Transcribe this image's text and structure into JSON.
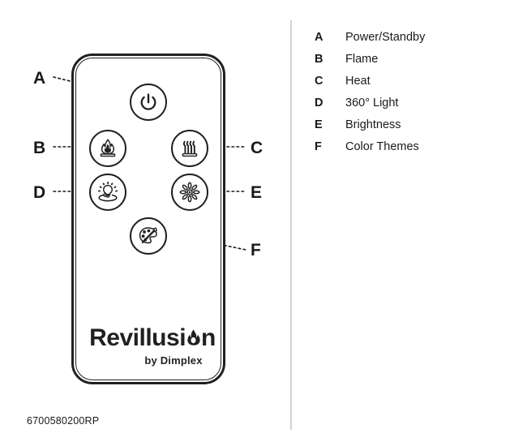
{
  "part_number": "6700580200RP",
  "brand": {
    "logo_text_before": "Revillusi",
    "logo_flame_icon": "flame-icon",
    "logo_text_after": "n",
    "tagline": "by Dimplex"
  },
  "remote": {
    "buttons": [
      {
        "key": "A",
        "icon": "power-icon",
        "name": "power-standby-button"
      },
      {
        "key": "B",
        "icon": "flame-icon",
        "name": "flame-button"
      },
      {
        "key": "C",
        "icon": "heat-icon",
        "name": "heat-button"
      },
      {
        "key": "D",
        "icon": "light-360-icon",
        "name": "light-360-button"
      },
      {
        "key": "E",
        "icon": "brightness-icon",
        "name": "brightness-button"
      },
      {
        "key": "F",
        "icon": "palette-icon",
        "name": "color-themes-button"
      }
    ],
    "callouts": {
      "a": "A",
      "b": "B",
      "c": "C",
      "d": "D",
      "e": "E",
      "f": "F"
    }
  },
  "legend": {
    "items": [
      {
        "key": "A",
        "label": "Power/Standby"
      },
      {
        "key": "B",
        "label": "Flame"
      },
      {
        "key": "C",
        "label": "Heat"
      },
      {
        "key": "D",
        "label": "360° Light"
      },
      {
        "key": "E",
        "label": "Brightness"
      },
      {
        "key": "F",
        "label": "Color Themes"
      }
    ]
  },
  "colors": {
    "ink": "#231f20",
    "divider": "#d2d2d2",
    "background": "#ffffff"
  }
}
